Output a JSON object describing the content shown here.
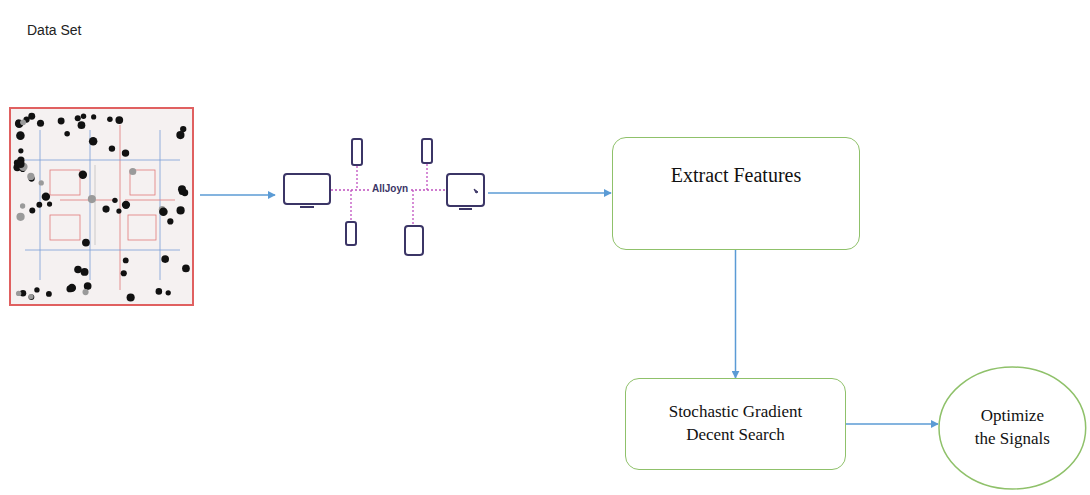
{
  "diagram": {
    "nodes": [
      {
        "text": [
          "Extract Features"
        ]
      },
      {
        "text": [
          "Stochastic Gradient Decent Search"
        ]
      },
      {
        "text": [
          "Optimize the Signals"
        ]
      }
    ],
    "edges": [
      {
        "from": 0,
        "to": 1,
        "arrow": "to"
      },
      {
        "from": 1,
        "to": 2,
        "arrow": "to"
      }
    ],
    "labels": [
      "Data Set",
      "AllJoyn"
    ]
  }
}
